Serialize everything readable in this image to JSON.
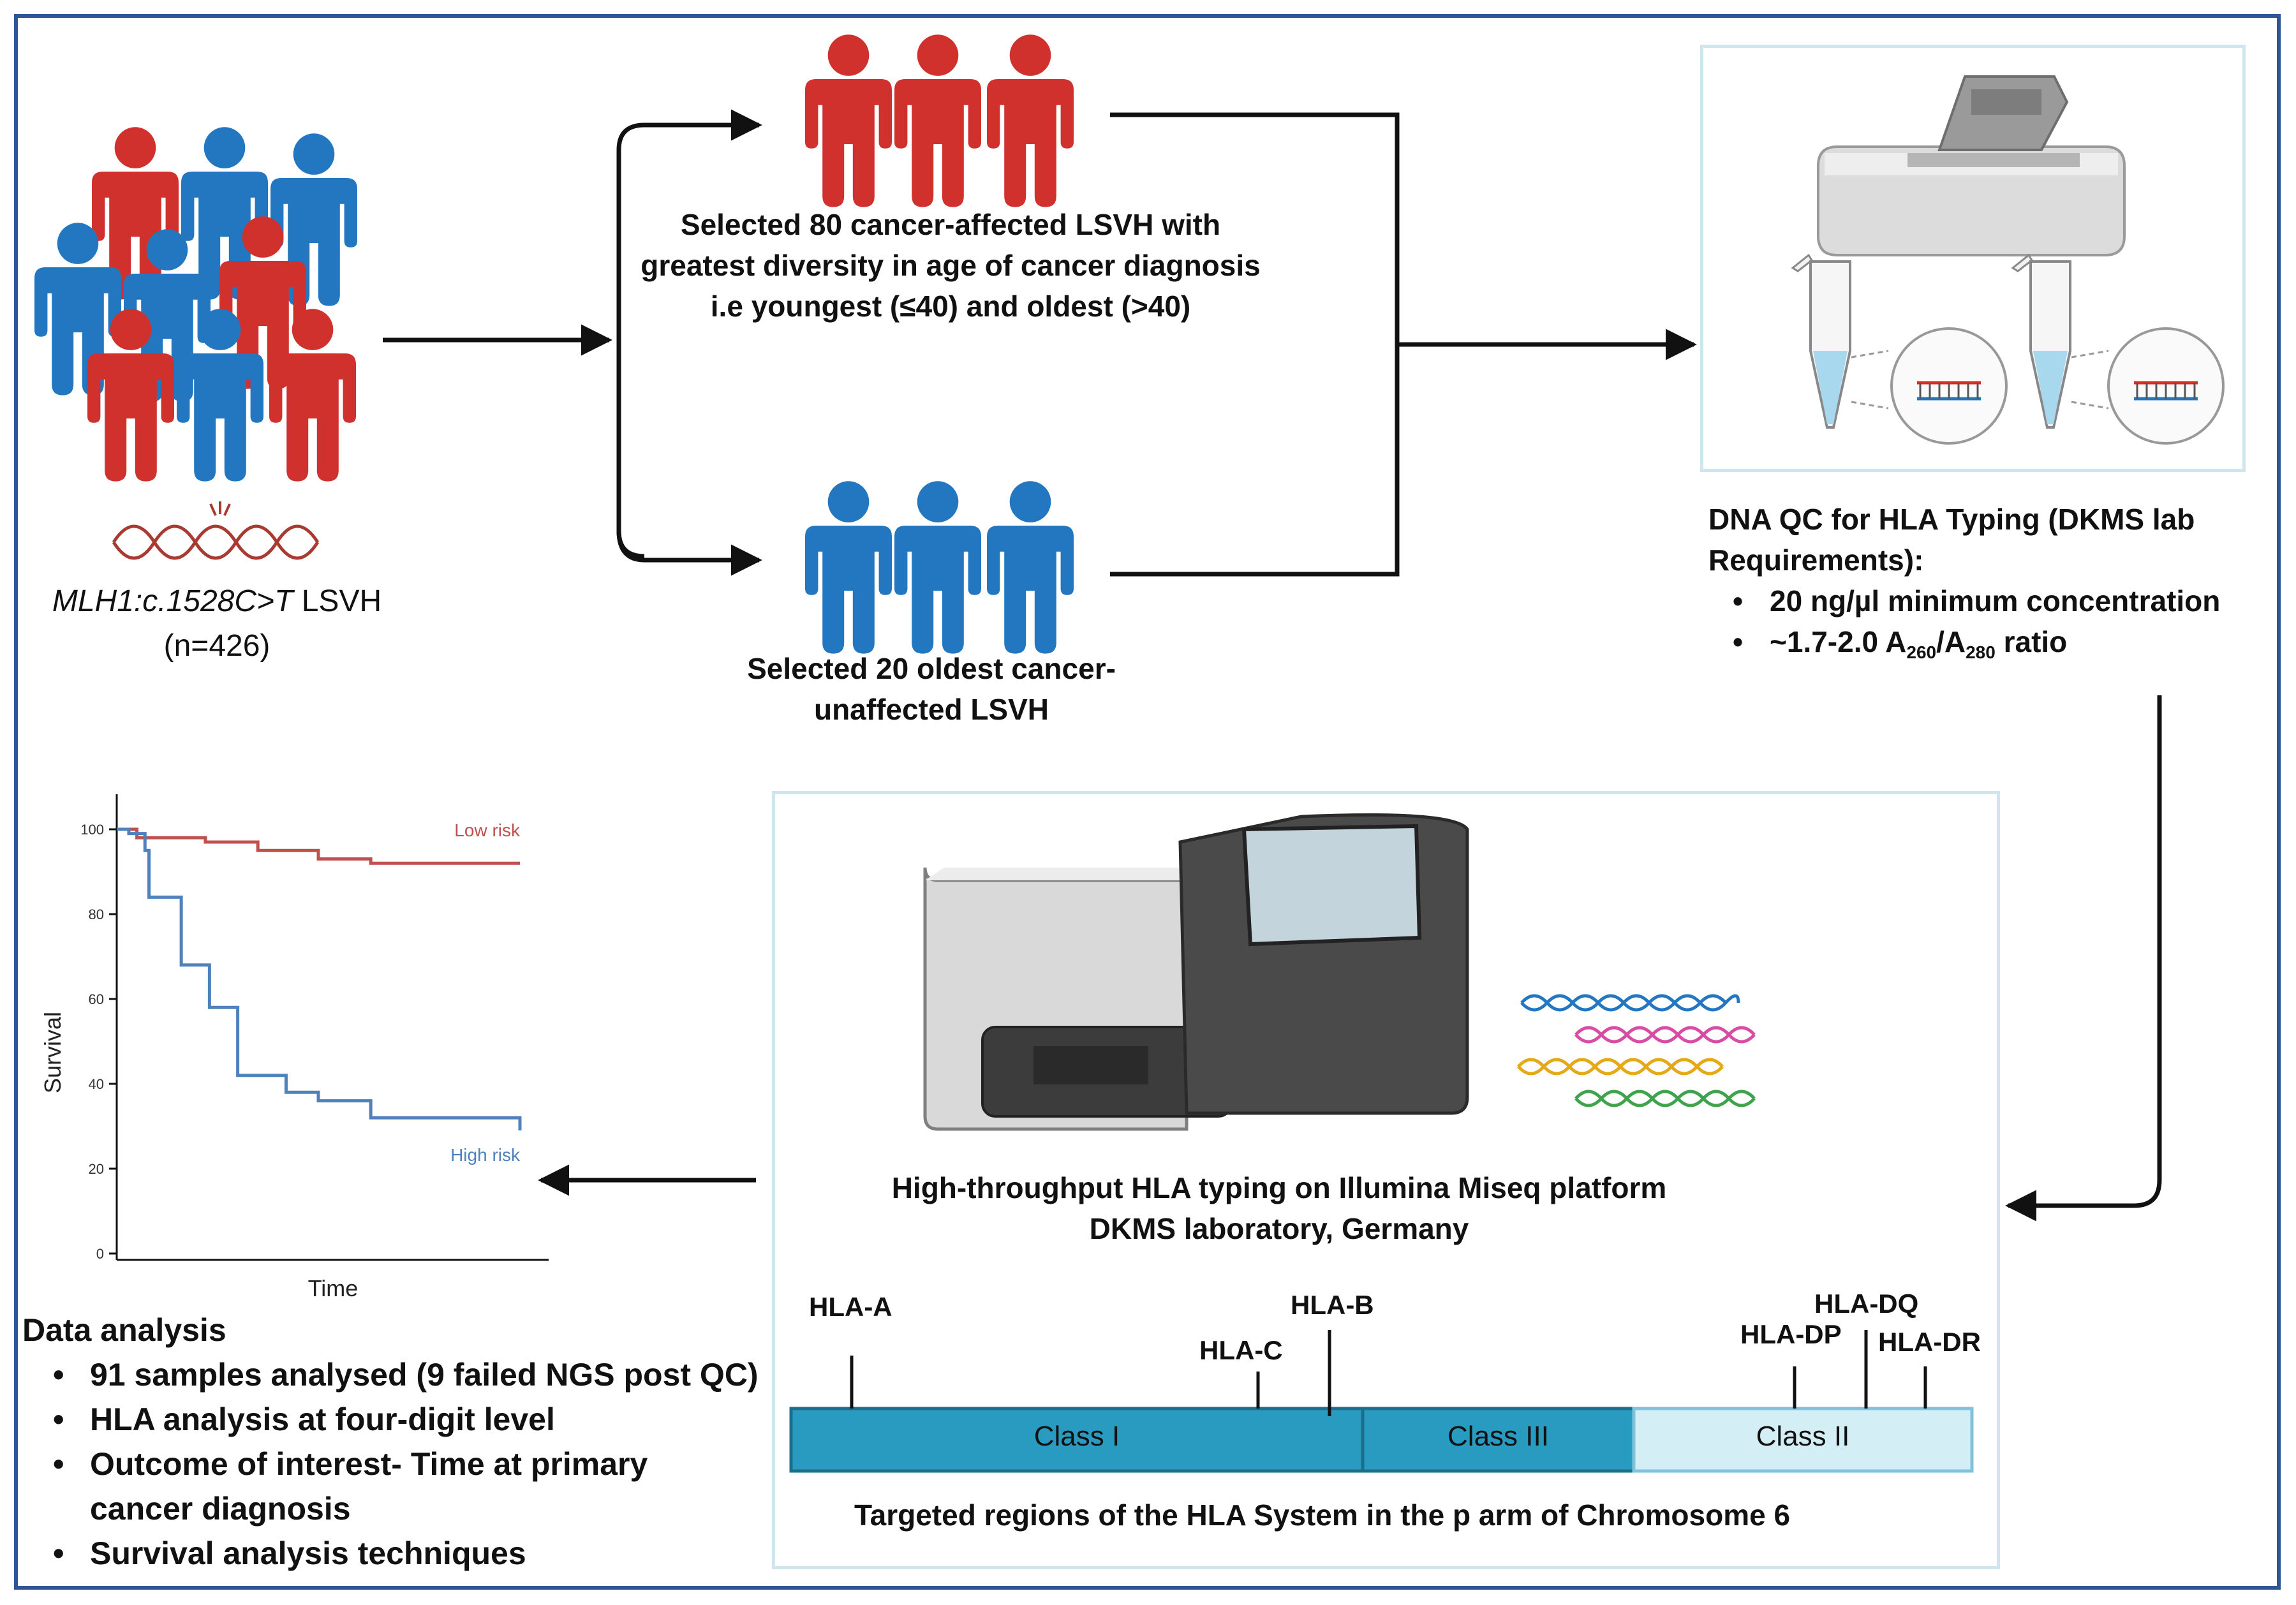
{
  "cohort": {
    "gene_label": "MLH1:c.1528C>T",
    "suffix": " LSVH",
    "count": "(n=426)"
  },
  "branch_affected": {
    "line1": "Selected 80 cancer-affected LSVH with",
    "line2": "greatest diversity in age of cancer diagnosis",
    "line3": "i.e youngest (≤40) and oldest (>40)"
  },
  "branch_unaffected": {
    "line1": "Selected 20 oldest cancer-",
    "line2": "unaffected LSVH"
  },
  "dna_qc": {
    "title_line1": "DNA QC for HLA Typing (DKMS lab",
    "title_line2": "Requirements):",
    "item1": "20 ng/µl minimum concentration",
    "item2_prefix": "~1.7-2.0 A",
    "item2_sub1": "260",
    "item2_mid": "/A",
    "item2_sub2": "280",
    "item2_suffix": " ratio"
  },
  "sequencing": {
    "line1": "High-throughput HLA typing on Illumina Miseq platform",
    "line2": "DKMS laboratory, Germany"
  },
  "chromosome": {
    "labels": {
      "hla_a": "HLA-A",
      "hla_c": "HLA-C",
      "hla_b": "HLA-B",
      "hla_dp": "HLA-DP",
      "hla_dq": "HLA-DQ",
      "hla_dr": "HLA-DR"
    },
    "class1": "Class I",
    "class3": "Class III",
    "class2": "Class II",
    "caption": "Targeted regions of the HLA System in the p arm of Chromosome 6"
  },
  "survival_chart": {
    "ylabel": "Survival",
    "xlabel": "Time",
    "yticks": [
      "100",
      "80",
      "60",
      "40",
      "20",
      "0"
    ],
    "low_label": "Low risk",
    "high_label": "High risk"
  },
  "chart_data": {
    "type": "line",
    "title": "",
    "xlabel": "Time",
    "ylabel": "Survival",
    "ylim": [
      0,
      100
    ],
    "grid": false,
    "series": [
      {
        "name": "Low risk",
        "color": "#c0504d",
        "x": [
          0,
          0.05,
          0.21,
          0.22,
          0.34,
          0.35,
          0.49,
          0.5,
          0.62,
          0.63,
          1.0
        ],
        "y": [
          100,
          98,
          98,
          97,
          97,
          95,
          95,
          93,
          93,
          92,
          92
        ]
      },
      {
        "name": "High risk",
        "color": "#4f81bd",
        "x": [
          0,
          0.03,
          0.07,
          0.08,
          0.15,
          0.16,
          0.22,
          0.23,
          0.29,
          0.3,
          0.41,
          0.42,
          0.49,
          0.5,
          0.62,
          0.63,
          1.0
        ],
        "y": [
          100,
          99,
          95,
          84,
          84,
          68,
          68,
          58,
          58,
          42,
          42,
          38,
          38,
          36,
          36,
          32,
          29
        ]
      }
    ]
  },
  "data_analysis": {
    "title": "Data analysis",
    "item1": "91 samples analysed (9 failed NGS post QC)",
    "item2": "HLA analysis at four-digit level",
    "item3a": "Outcome of interest- Time at primary",
    "item3b": "cancer diagnosis",
    "item4": "Survival analysis techniques"
  },
  "colors": {
    "red": "#d0312d",
    "blue": "#2277c0",
    "class1": "#2a9bc0",
    "class3": "#2a9bc0",
    "class2": "#d4eef6",
    "frame": "#2f5597"
  },
  "icons": [
    "people-crowd-icon",
    "dna-helix-icon",
    "person-icon",
    "spectrophotometer-icon",
    "microtube-icon",
    "sequencer-icon"
  ]
}
